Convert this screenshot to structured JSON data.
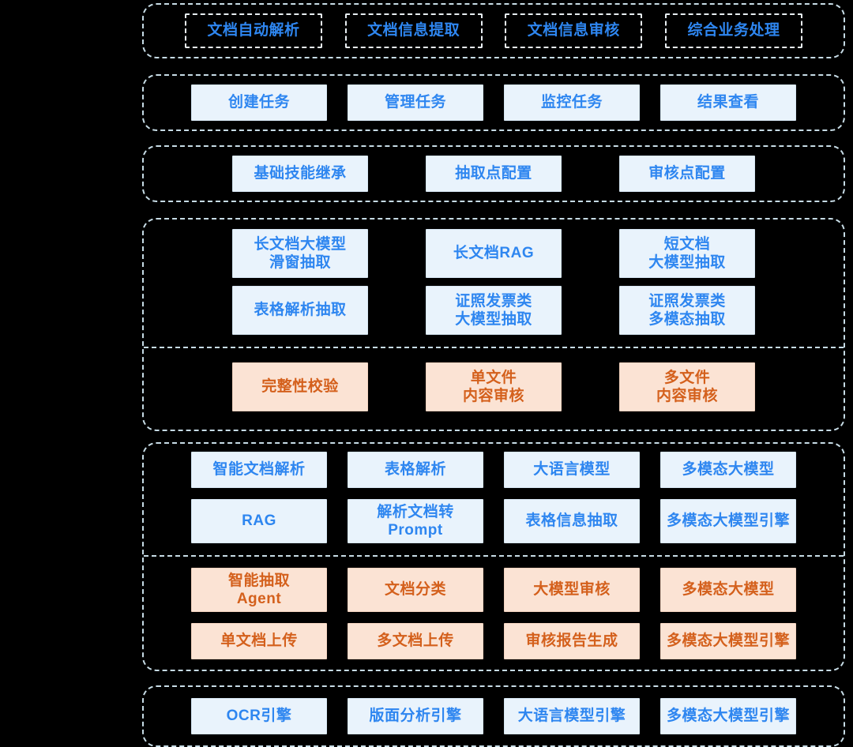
{
  "theme": {
    "background": "#000000",
    "section_border": "#c7dce6",
    "chip_dashed_border": "#e8eef2",
    "blue_fill": "#e9f3fc",
    "blue_border": "#d6e6f3",
    "blue_text": "#2e86f0",
    "orange_fill": "#fbe3d4",
    "orange_border": "#f3d3c0",
    "orange_text": "#d4601c"
  },
  "sections": [
    {
      "id": "business-scenarios",
      "style": "dashed-chips",
      "rows": [
        {
          "style": "dashed",
          "cells": [
            "文档自动解析",
            "文档信息提取",
            "文档信息审核",
            "综合业务处理"
          ]
        }
      ]
    },
    {
      "id": "task-management",
      "style": "blue-chips",
      "rows": [
        {
          "style": "blue",
          "cells": [
            "创建任务",
            "管理任务",
            "监控任务",
            "结果查看"
          ]
        }
      ]
    },
    {
      "id": "skill-configuration",
      "style": "blue-chips",
      "rows": [
        {
          "style": "blue",
          "cells": [
            "基础技能继承",
            "抽取点配置",
            "审核点配置"
          ]
        }
      ]
    },
    {
      "id": "extraction-and-audit",
      "style": "split",
      "group_top": [
        {
          "style": "blue",
          "cells": [
            "长文档大模型\n滑窗抽取",
            "长文档RAG",
            "短文档\n大模型抽取"
          ]
        },
        {
          "style": "blue",
          "cells": [
            "表格解析抽取",
            "证照发票类\n大模型抽取",
            "证照发票类\n多模态抽取"
          ]
        }
      ],
      "group_bottom": [
        {
          "style": "orange",
          "cells": [
            "完整性校验",
            "单文件\n内容审核",
            "多文件\n内容审核"
          ]
        }
      ]
    },
    {
      "id": "capability-platform",
      "style": "split",
      "group_top": [
        {
          "style": "blue",
          "cells": [
            "智能文档解析",
            "表格解析",
            "大语言模型",
            "多模态大模型"
          ]
        },
        {
          "style": "blue",
          "cells": [
            "RAG",
            "解析文档转\nPrompt",
            "表格信息抽取",
            "多模态大模型引擎"
          ]
        }
      ],
      "group_bottom": [
        {
          "style": "orange",
          "cells": [
            "智能抽取\nAgent",
            "文档分类",
            "大模型审核",
            "多模态大模型"
          ]
        },
        {
          "style": "orange",
          "cells": [
            "单文档上传",
            "多文档上传",
            "审核报告生成",
            "多模态大模型引擎"
          ]
        }
      ]
    },
    {
      "id": "engine-layer",
      "style": "blue-chips",
      "rows": [
        {
          "style": "blue",
          "cells": [
            "OCR引擎",
            "版面分析引擎",
            "大语言模型引擎",
            "多模态大模型引擎"
          ]
        }
      ]
    }
  ]
}
